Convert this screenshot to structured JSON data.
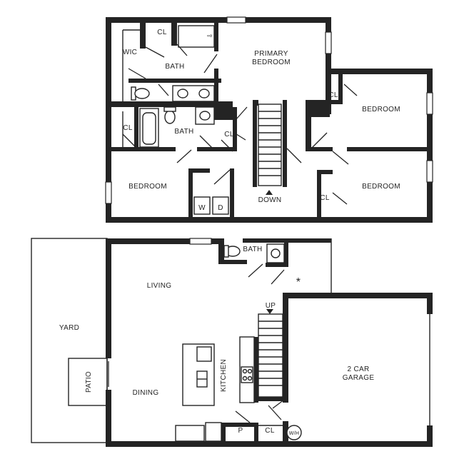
{
  "upper_floor": {
    "wic": "WIC",
    "cl_master": "CL",
    "bath_master": "BATH",
    "primary_bedroom_line1": "PRIMARY",
    "primary_bedroom_line2": "BEDROOM",
    "bath_hall": "BATH",
    "cl_hall_left": "CL",
    "cl_hall_mid": "CL",
    "cl_bed_top": "CL",
    "bedroom_top_right": "BEDROOM",
    "bedroom_left": "BEDROOM",
    "washer": "W",
    "dryer": "D",
    "stairs_down": "DOWN",
    "bedroom_bottom_right": "BEDROOM",
    "cl_bed_bottom": "CL"
  },
  "lower_floor": {
    "bath": "BATH",
    "living": "LIVING",
    "asterisk": "*",
    "stairs_up": "UP",
    "yard": "YARD",
    "patio": "PATIO",
    "kitchen": "KITCHEN",
    "dining": "DINING",
    "garage_line1": "2 CAR",
    "garage_line2": "GARAGE",
    "pantry": "P",
    "cl": "CL",
    "water_heater": "W/H"
  }
}
